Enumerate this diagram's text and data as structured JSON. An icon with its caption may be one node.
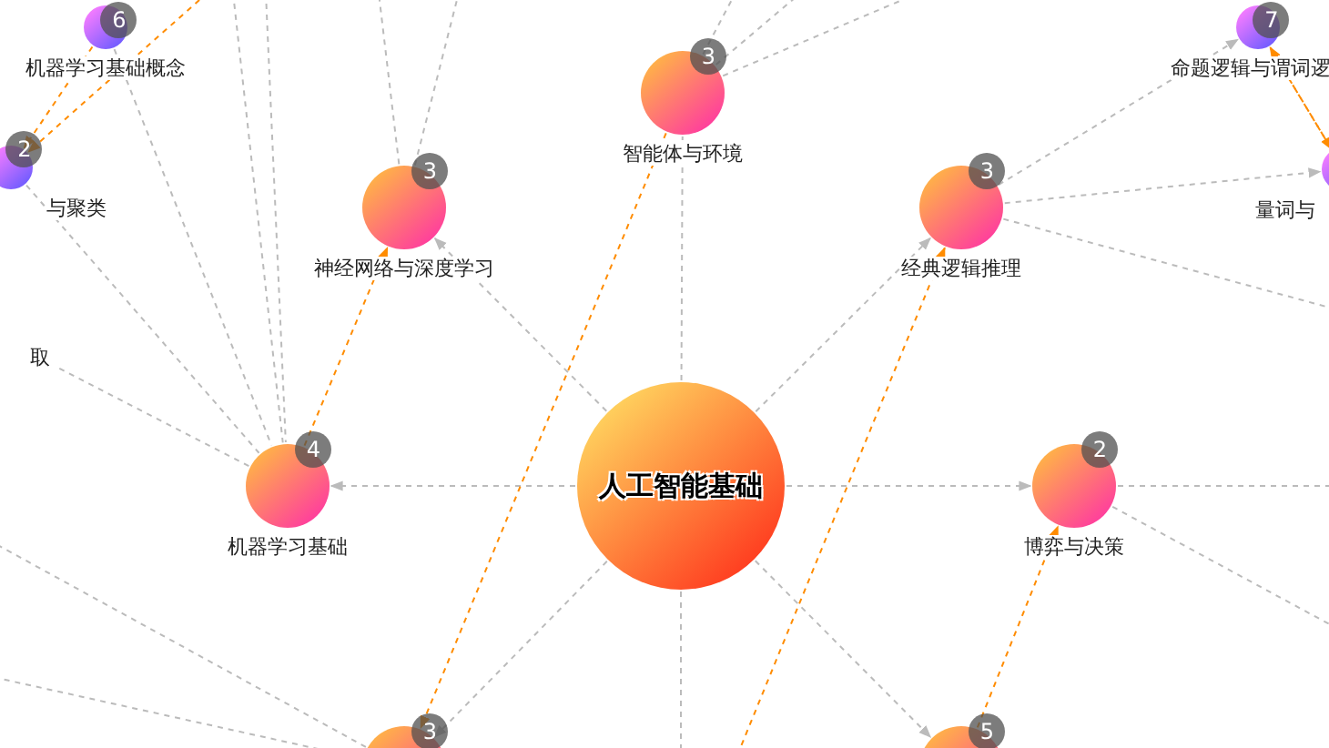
{
  "diagram": {
    "nodes": [
      {
        "text": [
          "人工智能基础"
        ]
      },
      {
        "text": [
          "6",
          "机器学习基础概念"
        ]
      },
      {
        "text": [
          "2",
          "与聚类"
        ]
      },
      {
        "text": [
          "3",
          "神经网络与深度学习"
        ]
      },
      {
        "text": [
          "3",
          "智能体与环境"
        ]
      },
      {
        "text": [
          "3",
          "经典逻辑推理"
        ]
      },
      {
        "text": [
          "7",
          "命题逻辑与谓词逻"
        ]
      },
      {
        "text": [
          "量词与"
        ]
      },
      {
        "text": [
          "4",
          "机器学习基础"
        ]
      },
      {
        "text": [
          "2",
          "博弈与决策"
        ]
      },
      {
        "text": [
          "3"
        ]
      },
      {
        "text": [
          "5"
        ]
      },
      {
        "text": [
          "取"
        ]
      }
    ],
    "edges": [
      {
        "from": 0,
        "to": 8,
        "arrow": "to"
      },
      {
        "from": 0,
        "to": 9,
        "arrow": "to"
      },
      {
        "from": 0,
        "to": 3,
        "arrow": "to"
      },
      {
        "from": 0,
        "to": 5,
        "arrow": "to"
      },
      {
        "from": 0,
        "to": 10,
        "arrow": "to"
      },
      {
        "from": 0,
        "to": 11,
        "arrow": "to"
      },
      {
        "from": 0,
        "to": 4,
        "arrow": "none"
      },
      {
        "from": 0,
        "to": null,
        "arrow": "none"
      },
      {
        "from": 4,
        "to": 10,
        "arrow": "to",
        "color": "#ff8c00"
      },
      {
        "from": 11,
        "to": 9,
        "arrow": "to",
        "color": "#ff8c00"
      },
      {
        "from": null,
        "to": 5,
        "arrow": "to",
        "color": "#ff8c00"
      },
      {
        "from": 8,
        "to": 3,
        "arrow": "to",
        "color": "#ff8c00"
      },
      {
        "from": 1,
        "to": 2,
        "arrow": "to",
        "color": "#ff8c00"
      },
      {
        "from": null,
        "to": 2,
        "arrow": "to",
        "color": "#ff8c00"
      },
      {
        "from": 6,
        "to": 7,
        "arrow": "to",
        "color": "#ff8c00"
      },
      {
        "from": 7,
        "to": 6,
        "arrow": "to",
        "color": "#ff8c00"
      },
      {
        "from": 5,
        "to": 6,
        "arrow": "to"
      },
      {
        "from": 5,
        "to": 7,
        "arrow": "to"
      },
      {
        "from": 5,
        "to": null,
        "arrow": "none"
      },
      {
        "from": 9,
        "to": null,
        "arrow": "none"
      },
      {
        "from": 9,
        "to": null,
        "arrow": "none"
      },
      {
        "from": 8,
        "to": 12,
        "arrow": "none"
      },
      {
        "from": 1,
        "to": 8,
        "arrow": "none"
      },
      {
        "from": 2,
        "to": 8,
        "arrow": "none"
      },
      {
        "from": null,
        "to": 8,
        "arrow": "none"
      },
      {
        "from": null,
        "to": 8,
        "arrow": "none"
      },
      {
        "from": 3,
        "to": null,
        "arrow": "none"
      },
      {
        "from": 3,
        "to": null,
        "arrow": "none"
      },
      {
        "from": 4,
        "to": null,
        "arrow": "none"
      },
      {
        "from": 4,
        "to": null,
        "arrow": "none"
      },
      {
        "from": 4,
        "to": null,
        "arrow": "none"
      },
      {
        "from": 10,
        "to": null,
        "arrow": "none"
      },
      {
        "from": 10,
        "to": null,
        "arrow": "none"
      }
    ]
  }
}
